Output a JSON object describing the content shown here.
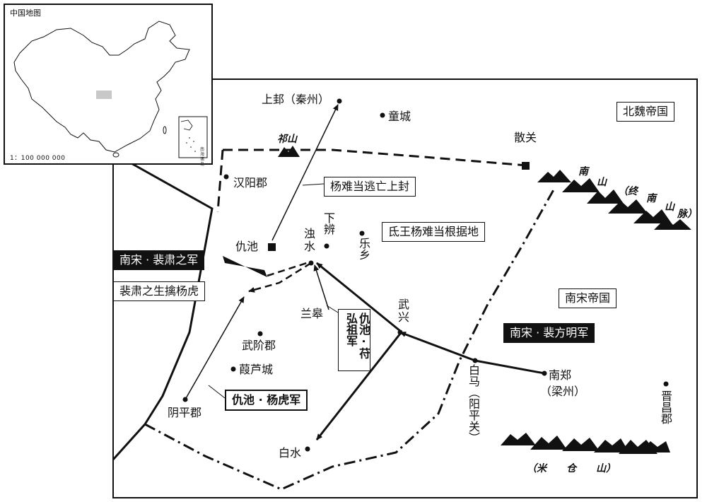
{
  "inset": {
    "title": "中国地图",
    "scale": "1：100 000 000",
    "south_sea_label": "南海诸岛"
  },
  "empires": {
    "north": "北魏帝国",
    "south": "南宋帝国"
  },
  "places": {
    "shanggui": "上邽（秦州）",
    "tongcheng": "童城",
    "qishan": "祁山",
    "sanguan": "散关",
    "hanyang": "汉阳郡",
    "qiuchi": "仇池",
    "xiabian": "下辨",
    "zhuoshui": "浊水",
    "lexiang": "乐乡",
    "langao": "兰皋",
    "wuxing": "武兴",
    "wujie": "武阶郡",
    "jialu": "葭芦城",
    "yinping": "阴平郡",
    "baima": "白马（阳平关）",
    "nanzheng": "南郑",
    "liangzhou": "（梁州）",
    "jinchang": "晋昌郡",
    "baishui": "白水"
  },
  "mountains": {
    "nanshan_1": "南",
    "nanshan_2": "山",
    "nanshan_3": "（终",
    "nanshan_4": "南",
    "nanshan_5": "山",
    "nanshan_6": "脉）",
    "micang": "（米　　仓　　山）"
  },
  "annotations": {
    "yang_nandang_flee": "杨难当逃亡上封",
    "di_base": "氐王杨难当根据地",
    "pei_su_army": "南宋 · 裴肃之军",
    "pei_su_capture": "裴肃之生擒杨虎",
    "fu_hongzu_army": "仇池 · 苻弘祖军",
    "pei_fangming_army": "南宋 · 裴方明军",
    "yang_hu_army": "仇池 · 杨虎军"
  },
  "colors": {
    "ink": "#111111",
    "paper": "#ffffff",
    "inset_highlight": "#c8c8c8"
  }
}
